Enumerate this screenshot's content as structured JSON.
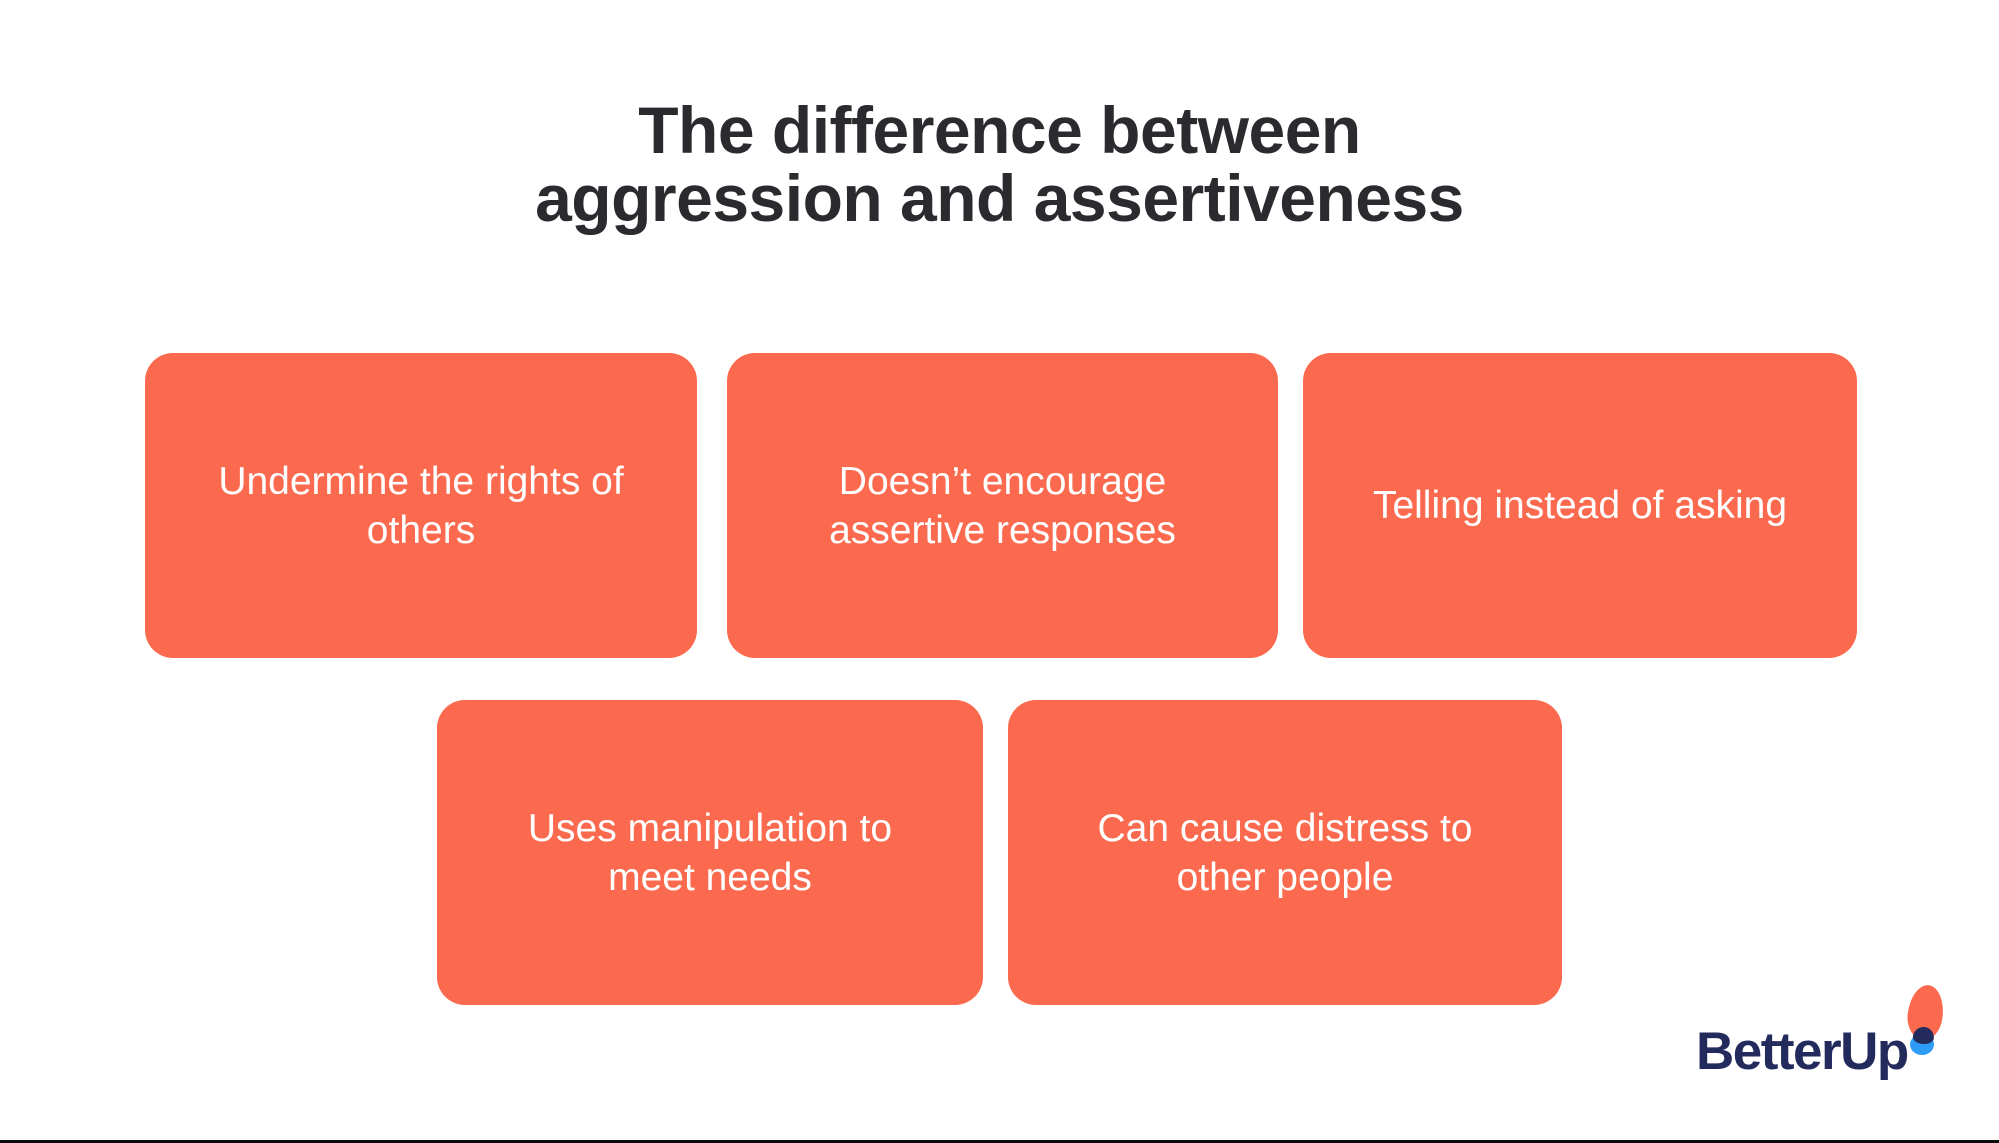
{
  "title": {
    "line1": "The difference between",
    "line2": "aggression and assertiveness"
  },
  "cards": [
    {
      "text": "Undermine the rights of\nothers"
    },
    {
      "text": "Doesn’t encourage\nassertive responses"
    },
    {
      "text": "Telling instead of asking"
    },
    {
      "text": "Uses manipulation to\nmeet needs"
    },
    {
      "text": "Can cause distress to\nother people"
    }
  ],
  "logo": {
    "wordmark": "BetterUp"
  },
  "colors": {
    "background": "#FFFFFF",
    "card_fill": "#FB6A4E",
    "card_text": "#FFFFFF",
    "title_text": "#2B2B2F",
    "logo_navy": "#232A5C",
    "logo_coral": "#FB6A4E",
    "logo_blue": "#2E9CF6",
    "bottom_border": "#0A0A0A"
  }
}
